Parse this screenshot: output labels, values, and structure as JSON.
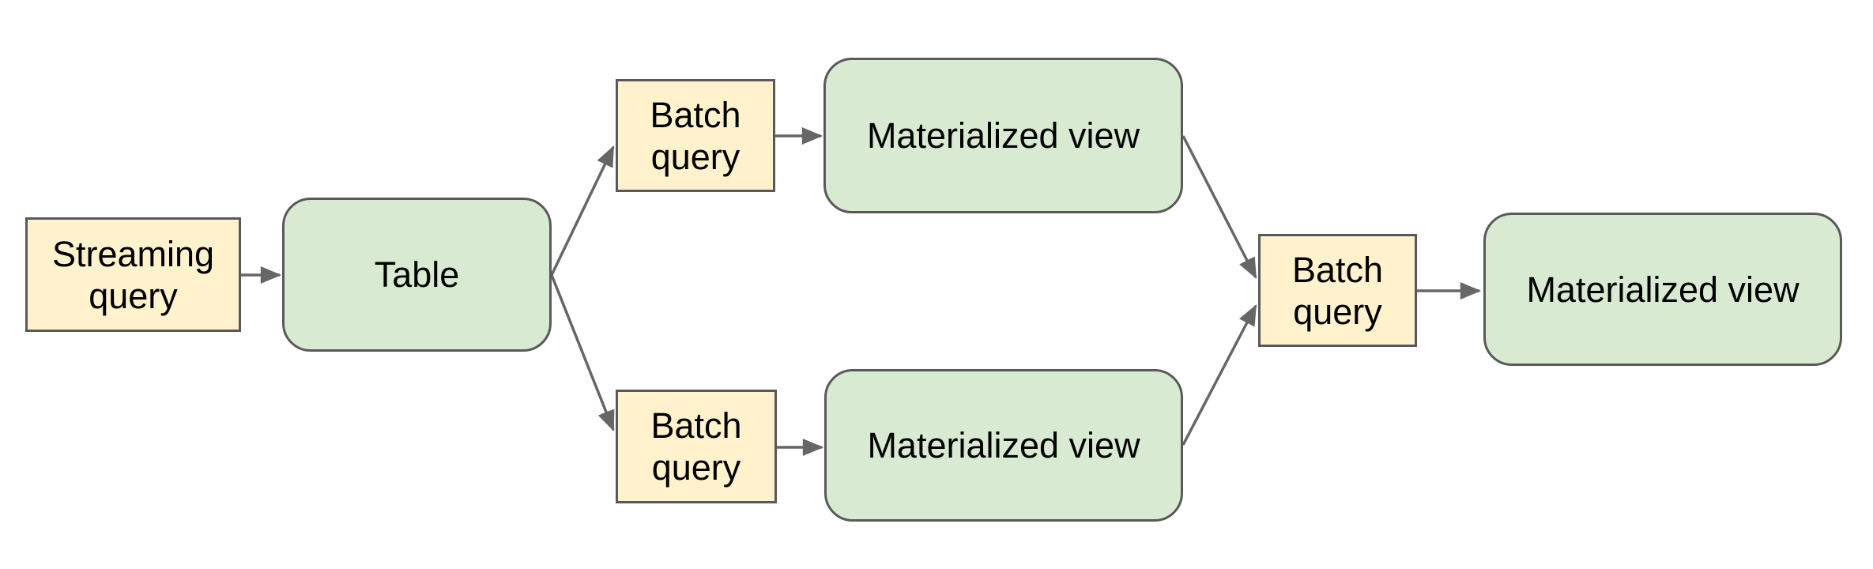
{
  "diagram": {
    "colors": {
      "query_fill": "#fff2cc",
      "table_fill": "#d9ead3",
      "box_border": "#595959",
      "arrow": "#666666",
      "text": "#000000",
      "background": "#ffffff"
    },
    "nodes": [
      {
        "id": "streaming-query",
        "label": "Streaming query",
        "type": "query",
        "shape": "rectangle"
      },
      {
        "id": "table",
        "label": "Table",
        "type": "table",
        "shape": "rounded-rectangle"
      },
      {
        "id": "batch-query-top",
        "label": "Batch query",
        "type": "query",
        "shape": "rectangle"
      },
      {
        "id": "materialized-view-top",
        "label": "Materialized view",
        "type": "view",
        "shape": "rounded-rectangle"
      },
      {
        "id": "batch-query-bottom",
        "label": "Batch query",
        "type": "query",
        "shape": "rectangle"
      },
      {
        "id": "materialized-view-bottom",
        "label": "Materialized view",
        "type": "view",
        "shape": "rounded-rectangle"
      },
      {
        "id": "batch-query-final",
        "label": "Batch query",
        "type": "query",
        "shape": "rectangle"
      },
      {
        "id": "materialized-view-final",
        "label": "Materialized view",
        "type": "view",
        "shape": "rounded-rectangle"
      }
    ],
    "edges": [
      {
        "from": "streaming-query",
        "to": "table"
      },
      {
        "from": "table",
        "to": "batch-query-top"
      },
      {
        "from": "table",
        "to": "batch-query-bottom"
      },
      {
        "from": "batch-query-top",
        "to": "materialized-view-top"
      },
      {
        "from": "batch-query-bottom",
        "to": "materialized-view-bottom"
      },
      {
        "from": "materialized-view-top",
        "to": "batch-query-final"
      },
      {
        "from": "materialized-view-bottom",
        "to": "batch-query-final"
      },
      {
        "from": "batch-query-final",
        "to": "materialized-view-final"
      }
    ]
  }
}
